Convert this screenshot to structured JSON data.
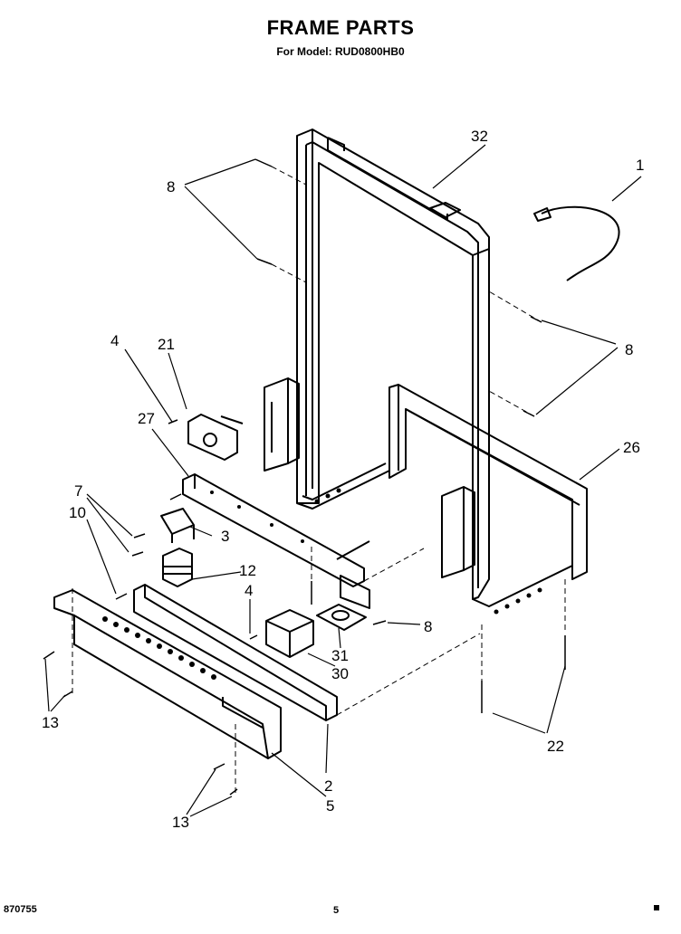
{
  "header": {
    "title": "FRAME PARTS",
    "subtitle": "For Model: RUD0800HB0"
  },
  "footer": {
    "doc_number": "870755",
    "page_number": "5"
  },
  "callouts": {
    "c1": "1",
    "c2": "2",
    "c3": "3",
    "c4a": "4",
    "c4b": "4",
    "c5": "5",
    "c7": "7",
    "c8a": "8",
    "c8b": "8",
    "c8c": "8",
    "c10": "10",
    "c12": "12",
    "c13a": "13",
    "c13b": "13",
    "c21": "21",
    "c22": "22",
    "c26": "26",
    "c27": "27",
    "c30": "30",
    "c31": "31",
    "c32": "32"
  }
}
